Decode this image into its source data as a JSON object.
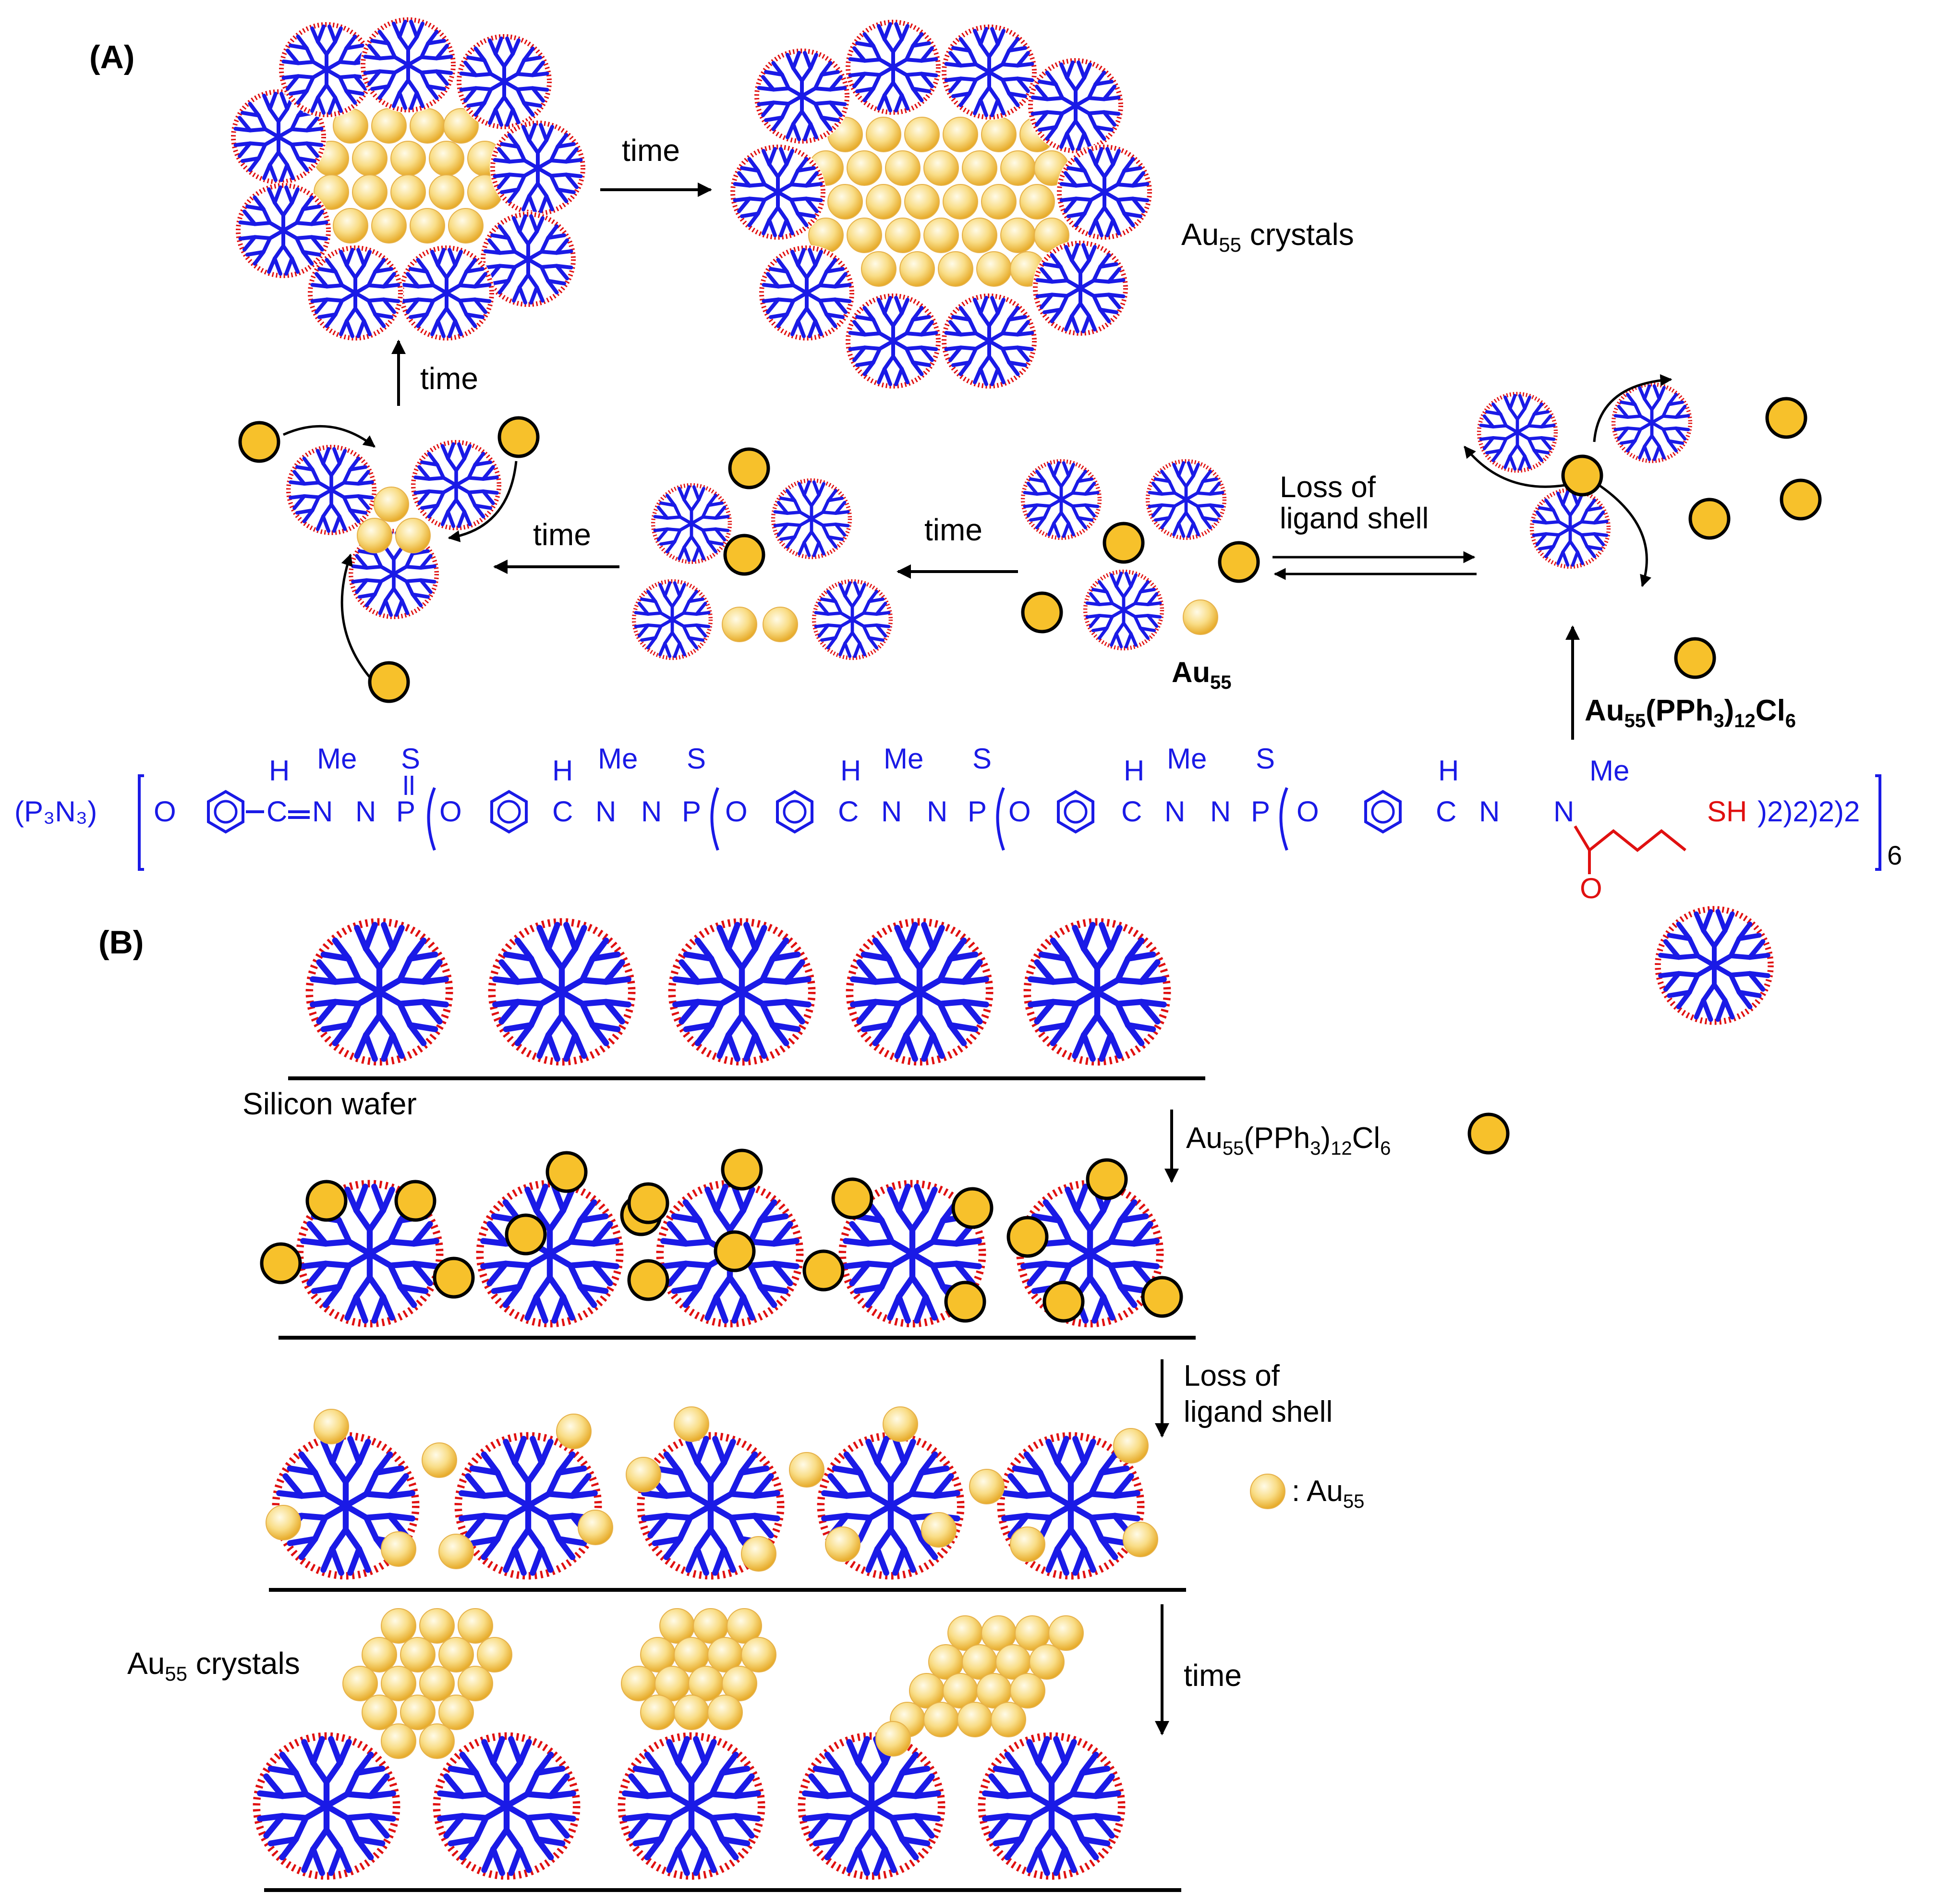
{
  "panel_a": {
    "label": "(A)",
    "crystals_label_main": "Au",
    "crystals_label_sub": "55",
    "crystals_label_rest": " crystals",
    "time": "time",
    "loss_line1": "Loss of",
    "loss_line2": "ligand shell",
    "au55_main": "Au",
    "au55_sub": "55",
    "reagent_p1": "Au",
    "reagent_s1": "55",
    "reagent_p2": "(PPh",
    "reagent_s2": "3",
    "reagent_p3": ")",
    "reagent_s3": "12",
    "reagent_p4": "Cl",
    "reagent_s4": "6"
  },
  "formula": {
    "core": "(P₃N₃)",
    "oxygen": "O",
    "carbon_eq": "C",
    "hydrogen": "H",
    "nitrogen": "N",
    "methyl": "Me",
    "phosphorus": "P",
    "sulfur": "S",
    "carbonyl_o": "O",
    "thiol": "SH",
    "closing": ")2)2)2)2",
    "repeat_subscript": "6"
  },
  "panel_b": {
    "label": "(B)",
    "substrate": "Silicon wafer",
    "reagent_p1": "Au",
    "reagent_s1": "55",
    "reagent_p2": "(PPh",
    "reagent_s2": "3",
    "reagent_p3": ")",
    "reagent_s3": "12",
    "reagent_p4": "Cl",
    "reagent_s4": "6",
    "loss_line1": "Loss of",
    "loss_line2": "ligand shell",
    "legend_prefix": ": Au",
    "legend_sub": "55",
    "crystals_main": "Au",
    "crystals_sub": "55",
    "crystals_rest": " crystals",
    "time": "time"
  },
  "colors": {
    "dendrimer": "#1a1ae6",
    "end_groups": "#e01010",
    "gold_cluster": "#f7c12b",
    "bare_gold": "#f8d468",
    "text": "#000000",
    "formula": "#1a1ae6",
    "thiol": "#e01010"
  }
}
